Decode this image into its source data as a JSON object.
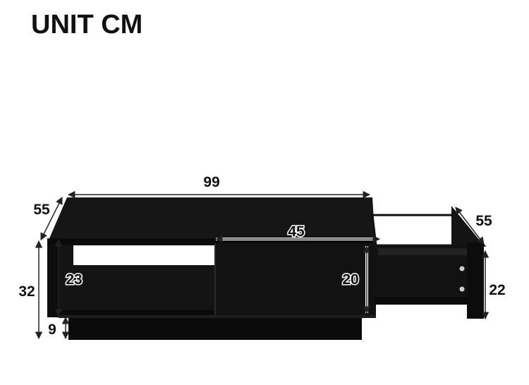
{
  "title": "UNIT CM",
  "dimensions": {
    "length": "99",
    "depth_left": "55",
    "height": "32",
    "open_shelf_height": "23",
    "base_height": "9",
    "drawer_front_width": "45",
    "drawer_front_height": "20",
    "drawer_depth": "55",
    "drawer_height": "22"
  },
  "colors": {
    "furniture": "#111111",
    "shelf_opening": "#ffffff",
    "dimension_line": "#222222"
  }
}
